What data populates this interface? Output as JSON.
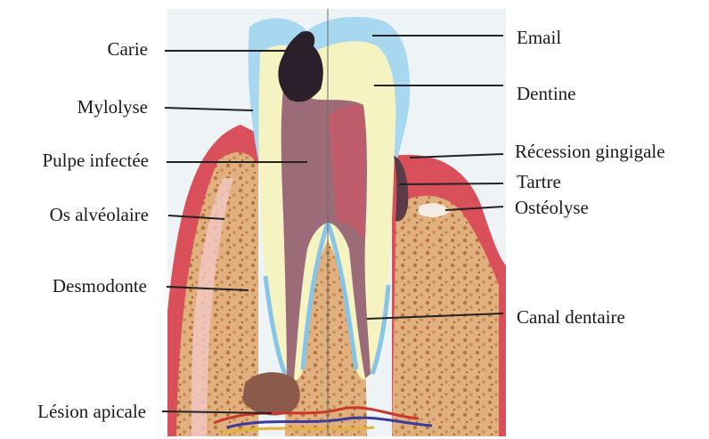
{
  "labels": {
    "left": {
      "carie": "Carie",
      "mylolyse": "Mylolyse",
      "pulpe": "Pulpe infectée",
      "os": "Os alvéolaire",
      "desmodonte": "Desmodonte",
      "lesion": "Lésion apicale"
    },
    "right": {
      "email": "Email",
      "dentine": "Dentine",
      "recession": "Récession gingigale",
      "tartre": "Tartre",
      "osteolyse": "Ostéolyse",
      "canal": "Canal dentaire"
    }
  },
  "colors": {
    "enamel": "#a8d8f0",
    "dentin": "#f6f3c2",
    "pulp": "#9b6b78",
    "bone": "#d9a070",
    "gum": "#d9505a",
    "caries": "#2a1f2a",
    "tartar": "#5a3b46",
    "background": "#eef3f6"
  }
}
